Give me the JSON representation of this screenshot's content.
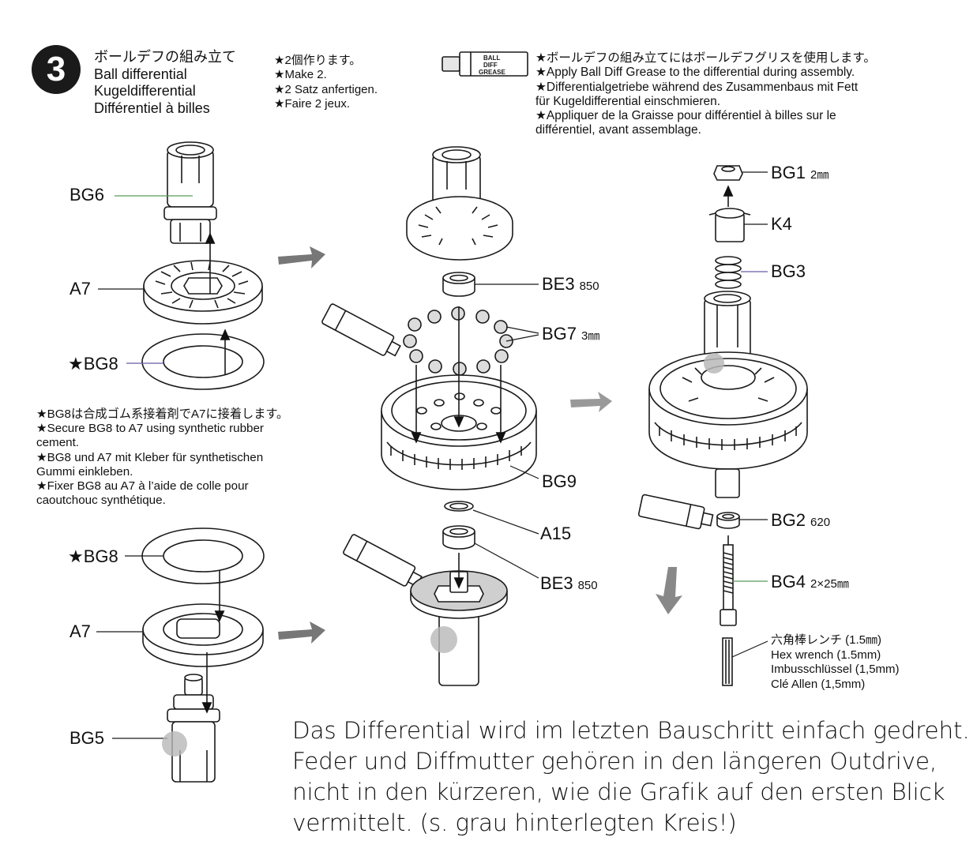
{
  "step": {
    "number": "3",
    "title_lines": [
      "ボールデフの組み立て",
      "Ball differential",
      "Kugeldifferential",
      "Différentiel à billes"
    ]
  },
  "notes": {
    "make_two": [
      "★2個作ります。",
      "★Make 2.",
      "★2 Satz anfertigen.",
      "★Faire 2 jeux."
    ],
    "grease": [
      "★ボールデフの組み立てにはボールデフグリスを使用します。",
      "★Apply Ball Diff Grease to the differential during assembly.",
      "★Differentialgetriebe während des Zusammenbaus mit Fett",
      "für Kugeldifferential einschmieren.",
      "★Appliquer de la Graisse pour différentiel à billes sur le",
      "différentiel, avant assemblage."
    ],
    "bg8": [
      "★BG8は合成ゴム系接着剤でA7に接着します。",
      "★Secure BG8 to A7 using synthetic rubber",
      "cement.",
      "★BG8 und A7 mit Kleber für synthetischen",
      "Gummi einkleben.",
      "★Fixer BG8 au A7 à l’aide de colle pour",
      "caoutchouc synthétique."
    ]
  },
  "grease_tube_text": [
    "BALL",
    "DIFF",
    "GREASE"
  ],
  "labels": {
    "bg6": "BG6",
    "a7_top": "A7",
    "bg8_top": "★BG8",
    "bg8_bottom": "★BG8",
    "a7_bottom": "A7",
    "bg5": "BG5",
    "be3_top": "BE3",
    "be3_top_size": "850",
    "bg7": "BG7",
    "bg7_size": "3㎜",
    "bg9": "BG9",
    "a15": "A15",
    "be3_bottom": "BE3",
    "be3_bottom_size": "850",
    "bg1": "BG1",
    "bg1_size": "2㎜",
    "k4": "K4",
    "bg3": "BG3",
    "bg2": "BG2",
    "bg2_size": "620",
    "bg4": "BG4",
    "bg4_size": "2×25㎜"
  },
  "hex_wrench": [
    "六角棒レンチ (1.5㎜)",
    "Hex wrench (1.5mm)",
    "Imbusschlüssel (1,5mm)",
    "Clé Allen (1,5mm)"
  ],
  "comment": [
    "Das Differential wird im letzten Bauschritt einfach gedreht.",
    "Feder und Diffmutter gehören in den längeren Outdrive,",
    "nicht in den kürzeren, wie die Grafik auf den ersten Blick",
    "vermittelt. (s. grau hinterlegten Kreis!)"
  ],
  "colors": {
    "ink": "#1a1a1a",
    "leader_green": "#5a9a5a",
    "leader_purple": "#6a5aa8",
    "highlight_gray": "#b8b8b8"
  }
}
